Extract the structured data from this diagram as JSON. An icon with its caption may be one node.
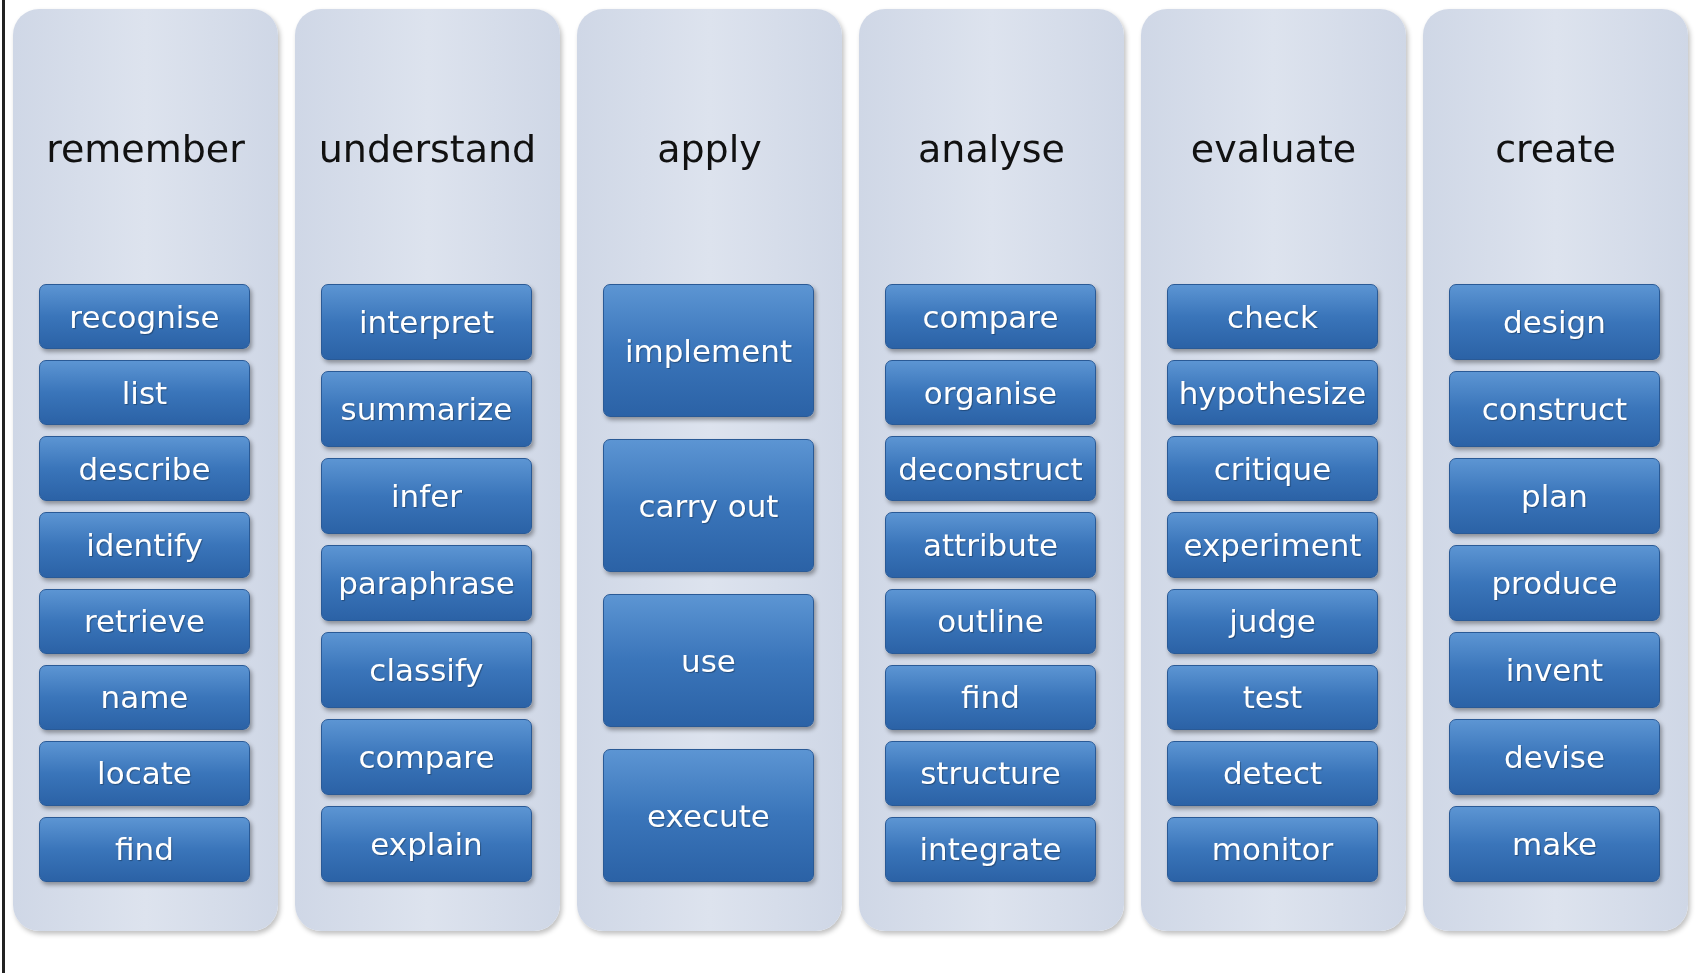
{
  "diagram": {
    "nodes": [
      {
        "text": [
          "remember"
        ]
      },
      {
        "text": [
          "recognise"
        ],
        "in": 0
      },
      {
        "text": [
          "list"
        ],
        "in": 0
      },
      {
        "text": [
          "describe"
        ],
        "in": 0
      },
      {
        "text": [
          "identify"
        ],
        "in": 0
      },
      {
        "text": [
          "retrieve"
        ],
        "in": 0
      },
      {
        "text": [
          "name"
        ],
        "in": 0
      },
      {
        "text": [
          "locate"
        ],
        "in": 0
      },
      {
        "text": [
          "find"
        ],
        "in": 0
      },
      {
        "text": [
          "understand"
        ]
      },
      {
        "text": [
          "interpret"
        ],
        "in": 9
      },
      {
        "text": [
          "summarize"
        ],
        "in": 9
      },
      {
        "text": [
          "infer"
        ],
        "in": 9
      },
      {
        "text": [
          "paraphrase"
        ],
        "in": 9
      },
      {
        "text": [
          "classify"
        ],
        "in": 9
      },
      {
        "text": [
          "compare"
        ],
        "in": 9
      },
      {
        "text": [
          "explain"
        ],
        "in": 9
      },
      {
        "text": [
          "apply"
        ]
      },
      {
        "text": [
          "implement"
        ],
        "in": 17
      },
      {
        "text": [
          "carry out"
        ],
        "in": 17
      },
      {
        "text": [
          "use"
        ],
        "in": 17
      },
      {
        "text": [
          "execute"
        ],
        "in": 17
      },
      {
        "text": [
          "analyse"
        ]
      },
      {
        "text": [
          "compare"
        ],
        "in": 22
      },
      {
        "text": [
          "organise"
        ],
        "in": 22
      },
      {
        "text": [
          "deconstruct"
        ],
        "in": 22
      },
      {
        "text": [
          "attribute"
        ],
        "in": 22
      },
      {
        "text": [
          "outline"
        ],
        "in": 22
      },
      {
        "text": [
          "find"
        ],
        "in": 22
      },
      {
        "text": [
          "structure"
        ],
        "in": 22
      },
      {
        "text": [
          "integrate"
        ],
        "in": 22
      },
      {
        "text": [
          "evaluate"
        ]
      },
      {
        "text": [
          "check"
        ],
        "in": 31
      },
      {
        "text": [
          "hypothesize"
        ],
        "in": 31
      },
      {
        "text": [
          "critique"
        ],
        "in": 31
      },
      {
        "text": [
          "experiment"
        ],
        "in": 31
      },
      {
        "text": [
          "judge"
        ],
        "in": 31
      },
      {
        "text": [
          "test"
        ],
        "in": 31
      },
      {
        "text": [
          "detect"
        ],
        "in": 31
      },
      {
        "text": [
          "monitor"
        ],
        "in": 31
      },
      {
        "text": [
          "create"
        ]
      },
      {
        "text": [
          "design"
        ],
        "in": 40
      },
      {
        "text": [
          "construct"
        ],
        "in": 40
      },
      {
        "text": [
          "plan"
        ],
        "in": 40
      },
      {
        "text": [
          "produce"
        ],
        "in": 40
      },
      {
        "text": [
          "invent"
        ],
        "in": 40
      },
      {
        "text": [
          "devise"
        ],
        "in": 40
      },
      {
        "text": [
          "make"
        ],
        "in": 40
      }
    ]
  }
}
